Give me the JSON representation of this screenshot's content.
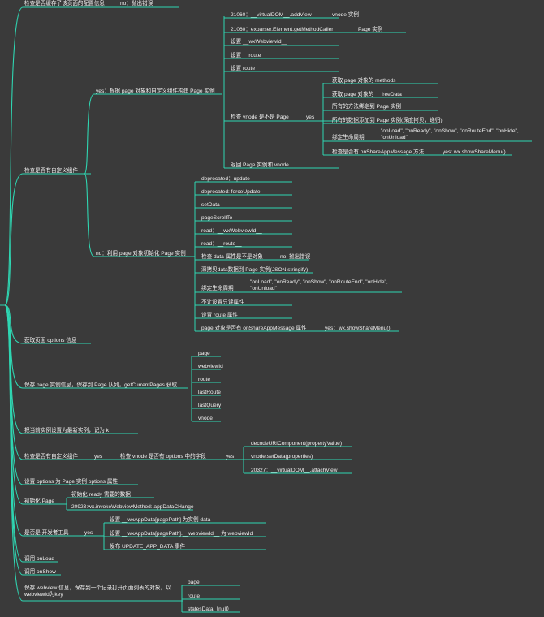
{
  "root": {
    "children": [
      {
        "label": "检查是否缓存了该页面的配置信息",
        "branch": "no：抛出错误"
      },
      {
        "label": "检查是否有自定义组件",
        "children": [
          {
            "label": "yes：根据 page 对象和自定义组件构建 Page 实例",
            "children": [
              {
                "label": "21060：__virtualDOM__.addView",
                "detail": "vnode 实例"
              },
              {
                "label": "21060：exparser.Element.getMethodCaller",
                "detail": "Page 实例"
              },
              {
                "label": "设置 __wxWebviewId__"
              },
              {
                "label": "设置 __route__"
              },
              {
                "label": "设置 route"
              },
              {
                "label": "检查 vnode 是不是 Page",
                "branch": "yes",
                "children": [
                  {
                    "label": "获取 page 对象的 methods"
                  },
                  {
                    "label": "获取 page 对象的 __freeData__"
                  },
                  {
                    "label": "所有的方法绑定到 Page 实例"
                  },
                  {
                    "label": "所有的数据添加到 Page 实例(深度拷贝，递归)"
                  },
                  {
                    "label": "绑定生命周期",
                    "detail": "\"onLoad\", \"onReady\", \"onShow\", \"onRouteEnd\", \"onHide\", \"onUnload\""
                  },
                  {
                    "label": "检查是否有 onShareAppMessage 方法",
                    "detail": "yes: wx.showShareMenu()"
                  }
                ]
              },
              {
                "label": "返回 Page 实例和 vnode"
              }
            ]
          },
          {
            "label": "no：利用 page 对象初始化 Page 实例",
            "children": [
              {
                "label": "deprecated：update"
              },
              {
                "label": "deprecated: forceUpdate"
              },
              {
                "label": "setData"
              },
              {
                "label": "pageScrollTo"
              },
              {
                "label": "read：__wxWebviewId__"
              },
              {
                "label": "read：__route__"
              },
              {
                "label": "检查 data 属性是不是对象",
                "detail": "no: 抛出错误"
              },
              {
                "label": "深拷贝data数据到 Page 实例(JSON.stringify)"
              },
              {
                "label": "绑定生命周期",
                "detail": "\"onLoad\", \"onReady\", \"onShow\", \"onRouteEnd\", \"onHide\", \"onUnload\""
              },
              {
                "label": "不让设置只读属性"
              },
              {
                "label": "设置 route 属性"
              },
              {
                "label": "page 对象是否有 onShareAppMessage 属性",
                "detail": "yes：wx.showShareMenu()"
              }
            ]
          }
        ]
      },
      {
        "label": "获取页面 options 信息"
      },
      {
        "label": "保存 page 实例信息，保存到 Page 队列，getCurrentPages 获取",
        "children": [
          {
            "label": "page"
          },
          {
            "label": "webviewId"
          },
          {
            "label": "route"
          },
          {
            "label": "lastRoute"
          },
          {
            "label": "lastQuery"
          },
          {
            "label": "vnode"
          }
        ]
      },
      {
        "label": "把当前实例设置为最新实例，记为 k"
      },
      {
        "label": "检查是否有自定义组件",
        "branch": "yes",
        "children": [
          {
            "label": "检查 vnode 是否有 options 中的字段",
            "branch": "yes",
            "children": [
              {
                "label": "decodeURIComponent(propertyValue)"
              },
              {
                "label": "vnode.setData(properties)"
              },
              {
                "label": "20327：__virtualDOM__.attachView"
              }
            ]
          }
        ]
      },
      {
        "label": "设置 options 为 Page 实例 options 属性"
      },
      {
        "label": "初始化 Page",
        "children": [
          {
            "label": "初始化 ready 需要的数据"
          },
          {
            "label": "20923:wx.invokeWebviewMethod: appDataCHange"
          }
        ]
      },
      {
        "label": "是否是 开发者工具",
        "branch": "yes",
        "children": [
          {
            "label": "设置 __wxAppData[pagePath] 为实例 data"
          },
          {
            "label": "设置 __wxAppData[pagePath].__webviewId__ 为 webviewId"
          },
          {
            "label": "发布 UPDATE_APP_DATA 事件"
          }
        ]
      },
      {
        "label": "调用 onLoad"
      },
      {
        "label": "调用 onShow"
      },
      {
        "label": "保存 webview 信息，保存到一个记录打开页面列表的对象，以 webviewId为key",
        "children": [
          {
            "label": "page"
          },
          {
            "label": "route"
          },
          {
            "label": "statesData（null）"
          }
        ]
      }
    ]
  },
  "colors": {
    "background": "#3a3a3a",
    "line": "#2fd6b2",
    "text": "#f2f2f2"
  }
}
